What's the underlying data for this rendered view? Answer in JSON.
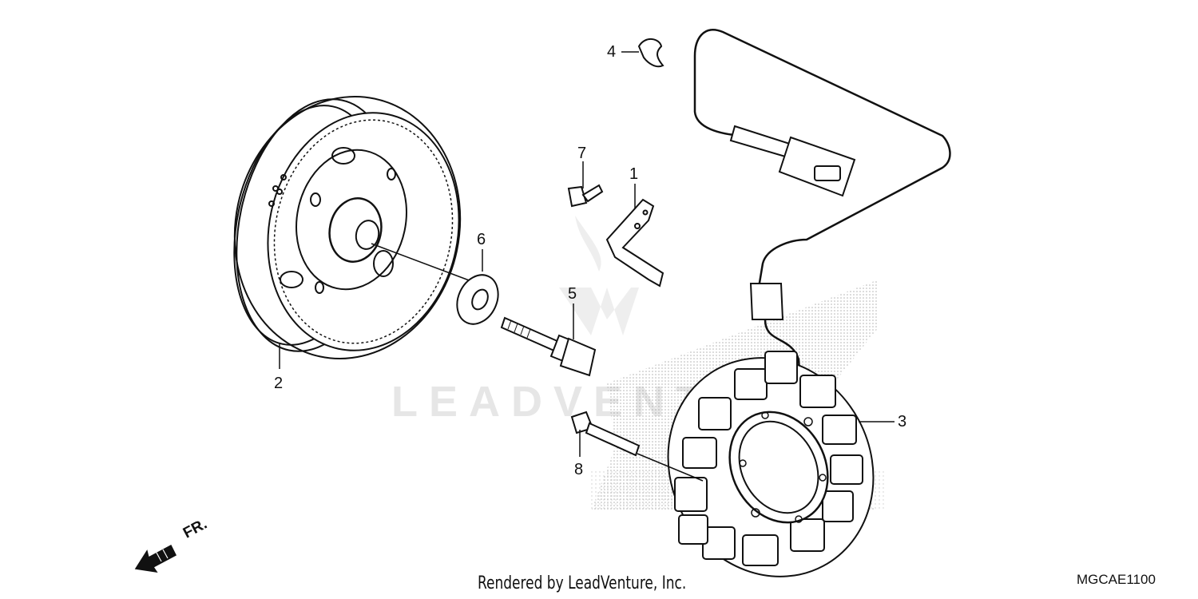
{
  "diagram": {
    "callouts": [
      {
        "id": "c1",
        "label": "1"
      },
      {
        "id": "c2",
        "label": "2"
      },
      {
        "id": "c3",
        "label": "3"
      },
      {
        "id": "c4",
        "label": "4"
      },
      {
        "id": "c5",
        "label": "5"
      },
      {
        "id": "c6",
        "label": "6"
      },
      {
        "id": "c7",
        "label": "7"
      },
      {
        "id": "c8",
        "label": "8"
      }
    ],
    "front_indicator": "FR.",
    "watermark": "LEADVENTURE",
    "credit": "Rendered by LeadVenture, Inc.",
    "diagram_code": "MGCAE1100"
  }
}
